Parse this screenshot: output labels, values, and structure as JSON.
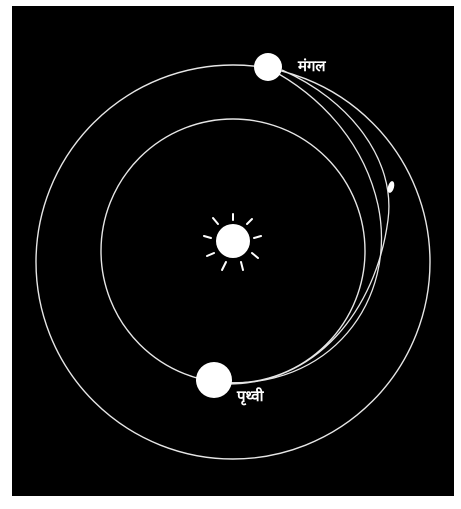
{
  "labels": {
    "mars": "मंगल",
    "earth": "पृथ्वी"
  },
  "icons": {
    "sun": "sun-icon",
    "mars": "mars-planet",
    "earth": "earth-planet",
    "spacecraft": "spacecraft-icon"
  },
  "colors": {
    "background": "#000000",
    "frame": "#ffffff",
    "orbit": "#e6e6e6",
    "body": "#ffffff"
  }
}
